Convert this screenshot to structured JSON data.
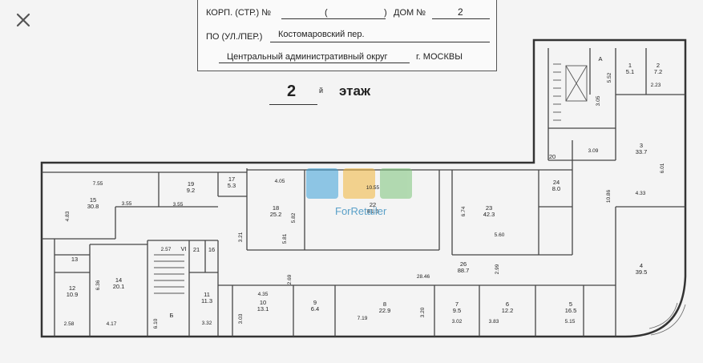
{
  "header": {
    "korp_label": "КОРП. (СТР.) №",
    "korp_paren_open": "(",
    "korp_paren_close": ")",
    "dom_label": "ДОМ №",
    "dom_value": "2",
    "street_label": "ПО (УЛ./ПЕР.)",
    "street_value": "Костомаровский пер.",
    "district_value": "Центральный административный округ",
    "city_value": "г. МОСКВЫ"
  },
  "floor": {
    "number": "2",
    "suffix": "й",
    "word": "этаж"
  },
  "watermark": {
    "text": "ForRetailer"
  },
  "rooms": [
    {
      "id": "15",
      "area": "30.8",
      "dims": [
        "7.55",
        "4.83",
        "3.55"
      ]
    },
    {
      "id": "19",
      "area": "9.2",
      "dims": [
        "3.55"
      ]
    },
    {
      "id": "17",
      "area": "5.3"
    },
    {
      "id": "18",
      "area": "25.2",
      "dims": [
        "4.05",
        "3.21",
        "5.81"
      ]
    },
    {
      "id": "22",
      "area": "81.5",
      "dims": [
        "10.55",
        "5.82"
      ]
    },
    {
      "id": "23",
      "area": "42.3",
      "dims": [
        "6.74",
        "5.60"
      ]
    },
    {
      "id": "24",
      "area": "8.0"
    },
    {
      "id": "A"
    },
    {
      "id": "1",
      "area": "5.1"
    },
    {
      "id": "2",
      "area": "7.2",
      "dims": [
        "2.23"
      ]
    },
    {
      "id": "3",
      "area": "33.7",
      "dims": [
        "6.01",
        "4.33"
      ]
    },
    {
      "id": "20"
    },
    {
      "id": "4",
      "area": "39.5"
    },
    {
      "id": "26",
      "area": "88.7",
      "dims": [
        "28.46",
        "2.69",
        "2.99"
      ]
    },
    {
      "id": "14",
      "area": "20.1",
      "dims": [
        "6.36",
        "4.17"
      ]
    },
    {
      "id": "13"
    },
    {
      "id": "12",
      "area": "10.9",
      "dims": [
        "2.58"
      ]
    },
    {
      "id": "VI",
      "dims": [
        "2.57"
      ]
    },
    {
      "id": "21"
    },
    {
      "id": "16"
    },
    {
      "id": "Б",
      "dims": [
        "6.10"
      ]
    },
    {
      "id": "11",
      "area": "11.3",
      "dims": [
        "3.32"
      ]
    },
    {
      "id": "10",
      "area": "13.1",
      "dims": [
        "4.35",
        "3.03"
      ]
    },
    {
      "id": "9",
      "area": "6.4"
    },
    {
      "id": "8",
      "area": "22.9",
      "dims": [
        "7.19",
        "3.20"
      ]
    },
    {
      "id": "7",
      "area": "9.5",
      "dims": [
        "3.02"
      ]
    },
    {
      "id": "6",
      "area": "12.2",
      "dims": [
        "3.83"
      ]
    },
    {
      "id": "5",
      "area": "16.5",
      "dims": [
        "5.15"
      ]
    }
  ],
  "misc_dims": [
    "3.05",
    "5.52",
    "3.09",
    "10.86"
  ]
}
